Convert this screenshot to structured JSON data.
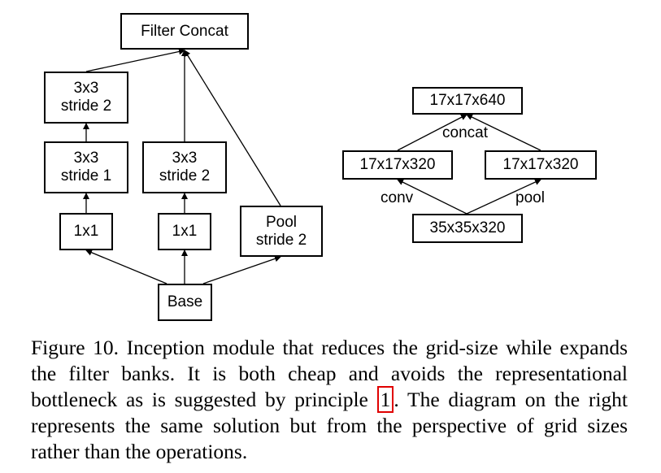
{
  "left_diagram": {
    "nodes": {
      "filter_concat": "Filter Concat",
      "conv3x3_s2_top": "3x3\nstride 2",
      "conv3x3_s1": "3x3\nstride 1",
      "conv3x3_s2_mid": "3x3\nstride 2",
      "conv1x1_a": "1x1",
      "conv1x1_b": "1x1",
      "pool": "Pool\nstride 2",
      "base": "Base"
    }
  },
  "right_diagram": {
    "nodes": {
      "output": "17x17x640",
      "conv_branch": "17x17x320",
      "pool_branch": "17x17x320",
      "input": "35x35x320"
    },
    "edge_labels": {
      "concat": "concat",
      "conv": "conv",
      "pool": "pool"
    }
  },
  "caption": {
    "before_ref": "Figure 10. Inception module that reduces the grid-size while expands the filter banks. It is both cheap and avoids the representational bottleneck as is suggested by principle ",
    "ref": "1",
    "after_ref": ". The diagram on the right represents the same solution but from the perspective of grid sizes rather than the operations."
  },
  "colors": {
    "ink": "#000000",
    "reference_box": "#e00000"
  }
}
